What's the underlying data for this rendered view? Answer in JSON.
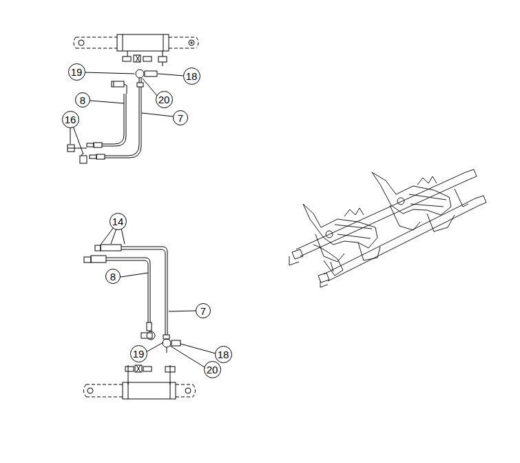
{
  "diagram": {
    "nodes": [
      {
        "text": [
          "19"
        ]
      },
      {
        "text": [
          "18"
        ]
      },
      {
        "text": [
          "20"
        ]
      },
      {
        "text": [
          "8"
        ]
      },
      {
        "text": [
          "7"
        ]
      },
      {
        "text": [
          "16"
        ]
      },
      {
        "text": [
          "14"
        ]
      },
      {
        "text": [
          "8"
        ]
      },
      {
        "text": [
          "7"
        ]
      },
      {
        "text": [
          "19"
        ]
      },
      {
        "text": [
          "18"
        ]
      },
      {
        "text": [
          "20"
        ]
      }
    ]
  }
}
